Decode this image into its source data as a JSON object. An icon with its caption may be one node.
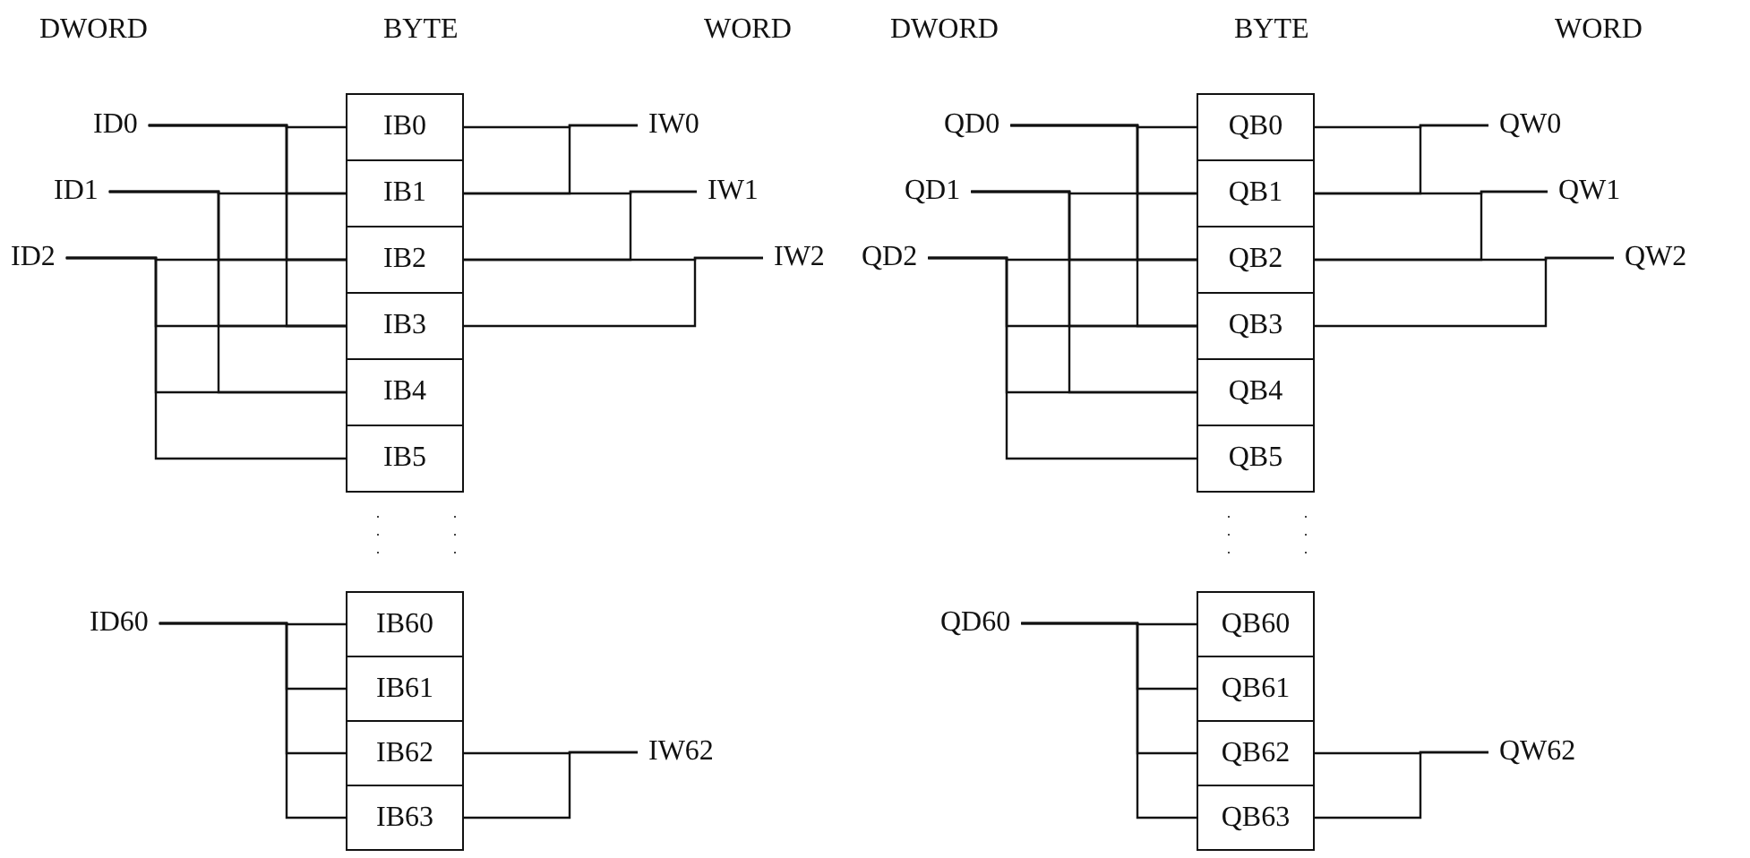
{
  "diagram": {
    "nodes": [
      {
        "text": [
          "ID0"
        ]
      },
      {
        "text": [
          "ID1"
        ]
      },
      {
        "text": [
          "ID2"
        ]
      },
      {
        "text": [
          "IB0"
        ]
      },
      {
        "text": [
          "IB1"
        ]
      },
      {
        "text": [
          "IB2"
        ]
      },
      {
        "text": [
          "IB3"
        ]
      },
      {
        "text": [
          "IB4"
        ]
      },
      {
        "text": [
          "IB5"
        ]
      },
      {
        "text": [
          "IW0"
        ]
      },
      {
        "text": [
          "IW1"
        ]
      },
      {
        "text": [
          "IW2"
        ]
      },
      {
        "text": [
          "ID60"
        ]
      },
      {
        "text": [
          "IB60"
        ]
      },
      {
        "text": [
          "IB61"
        ]
      },
      {
        "text": [
          "IB62"
        ]
      },
      {
        "text": [
          "IB63"
        ]
      },
      {
        "text": [
          "IW62"
        ]
      },
      {
        "text": [
          "QD0"
        ]
      },
      {
        "text": [
          "QD1"
        ]
      },
      {
        "text": [
          "QD2"
        ]
      },
      {
        "text": [
          "QB0"
        ]
      },
      {
        "text": [
          "QB1"
        ]
      },
      {
        "text": [
          "QB2"
        ]
      },
      {
        "text": [
          "QB3"
        ]
      },
      {
        "text": [
          "QB4"
        ]
      },
      {
        "text": [
          "QB5"
        ]
      },
      {
        "text": [
          "QW0"
        ]
      },
      {
        "text": [
          "QW1"
        ]
      },
      {
        "text": [
          "QW2"
        ]
      },
      {
        "text": [
          "QD60"
        ]
      },
      {
        "text": [
          "QB60"
        ]
      },
      {
        "text": [
          "QB61"
        ]
      },
      {
        "text": [
          "QB62"
        ]
      },
      {
        "text": [
          "QB63"
        ]
      },
      {
        "text": [
          "QW62"
        ]
      }
    ],
    "edges": [
      {
        "from": 0,
        "to": 3,
        "arrow": "none"
      },
      {
        "from": 0,
        "to": 4,
        "arrow": "none"
      },
      {
        "from": 0,
        "to": 5,
        "arrow": "none"
      },
      {
        "from": 0,
        "to": 6,
        "arrow": "none"
      },
      {
        "from": 1,
        "to": 4,
        "arrow": "none"
      },
      {
        "from": 1,
        "to": 5,
        "arrow": "none"
      },
      {
        "from": 1,
        "to": 6,
        "arrow": "none"
      },
      {
        "from": 1,
        "to": 7,
        "arrow": "none"
      },
      {
        "from": 2,
        "to": 5,
        "arrow": "none"
      },
      {
        "from": 2,
        "to": 6,
        "arrow": "none"
      },
      {
        "from": 2,
        "to": 7,
        "arrow": "none"
      },
      {
        "from": 2,
        "to": 8,
        "arrow": "none"
      },
      {
        "from": 9,
        "to": 3,
        "arrow": "none"
      },
      {
        "from": 9,
        "to": 4,
        "arrow": "none"
      },
      {
        "from": 10,
        "to": 4,
        "arrow": "none"
      },
      {
        "from": 10,
        "to": 5,
        "arrow": "none"
      },
      {
        "from": 11,
        "to": 5,
        "arrow": "none"
      },
      {
        "from": 11,
        "to": 6,
        "arrow": "none"
      },
      {
        "from": 12,
        "to": 13,
        "arrow": "none"
      },
      {
        "from": 12,
        "to": 14,
        "arrow": "none"
      },
      {
        "from": 12,
        "to": 15,
        "arrow": "none"
      },
      {
        "from": 12,
        "to": 16,
        "arrow": "none"
      },
      {
        "from": 17,
        "to": 15,
        "arrow": "none"
      },
      {
        "from": 17,
        "to": 16,
        "arrow": "none"
      },
      {
        "from": 18,
        "to": 21,
        "arrow": "none"
      },
      {
        "from": 18,
        "to": 22,
        "arrow": "none"
      },
      {
        "from": 18,
        "to": 23,
        "arrow": "none"
      },
      {
        "from": 18,
        "to": 24,
        "arrow": "none"
      },
      {
        "from": 19,
        "to": 22,
        "arrow": "none"
      },
      {
        "from": 19,
        "to": 23,
        "arrow": "none"
      },
      {
        "from": 19,
        "to": 24,
        "arrow": "none"
      },
      {
        "from": 19,
        "to": 25,
        "arrow": "none"
      },
      {
        "from": 20,
        "to": 23,
        "arrow": "none"
      },
      {
        "from": 20,
        "to": 24,
        "arrow": "none"
      },
      {
        "from": 20,
        "to": 25,
        "arrow": "none"
      },
      {
        "from": 20,
        "to": 26,
        "arrow": "none"
      },
      {
        "from": 27,
        "to": 21,
        "arrow": "none"
      },
      {
        "from": 27,
        "to": 22,
        "arrow": "none"
      },
      {
        "from": 28,
        "to": 22,
        "arrow": "none"
      },
      {
        "from": 28,
        "to": 23,
        "arrow": "none"
      },
      {
        "from": 29,
        "to": 23,
        "arrow": "none"
      },
      {
        "from": 29,
        "to": 24,
        "arrow": "none"
      },
      {
        "from": 30,
        "to": 31,
        "arrow": "none"
      },
      {
        "from": 30,
        "to": 32,
        "arrow": "none"
      },
      {
        "from": 30,
        "to": 33,
        "arrow": "none"
      },
      {
        "from": 30,
        "to": 34,
        "arrow": "none"
      },
      {
        "from": 35,
        "to": 33,
        "arrow": "none"
      },
      {
        "from": 35,
        "to": 34,
        "arrow": "none"
      }
    ],
    "labels": [
      "DWORD",
      "BYTE",
      "WORD",
      "DWORD",
      "BYTE",
      "WORD"
    ]
  }
}
